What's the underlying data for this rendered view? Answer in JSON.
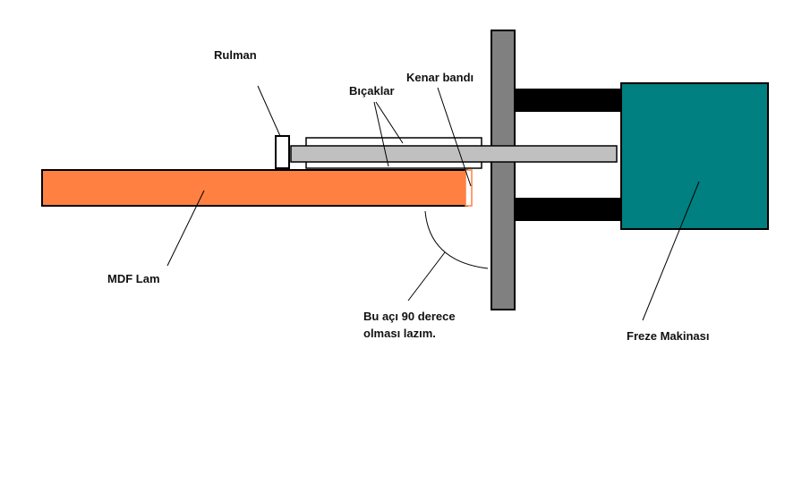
{
  "labels": {
    "rulman": "Rulman",
    "bicaklar": "Bıçaklar",
    "kenar_bandi": "Kenar bandı",
    "mdf_lam": "MDF Lam",
    "angle_note_line1": "Bu açı 90 derece",
    "angle_note_line2": "olması lazım.",
    "freze_makinasi": "Freze Makinası"
  },
  "colors": {
    "mdf": "#ff8040",
    "machine": "#008080",
    "plate": "#808080",
    "shaft": "#c0c0c0",
    "arm": "#000000",
    "edge_band": "#ff8040"
  }
}
